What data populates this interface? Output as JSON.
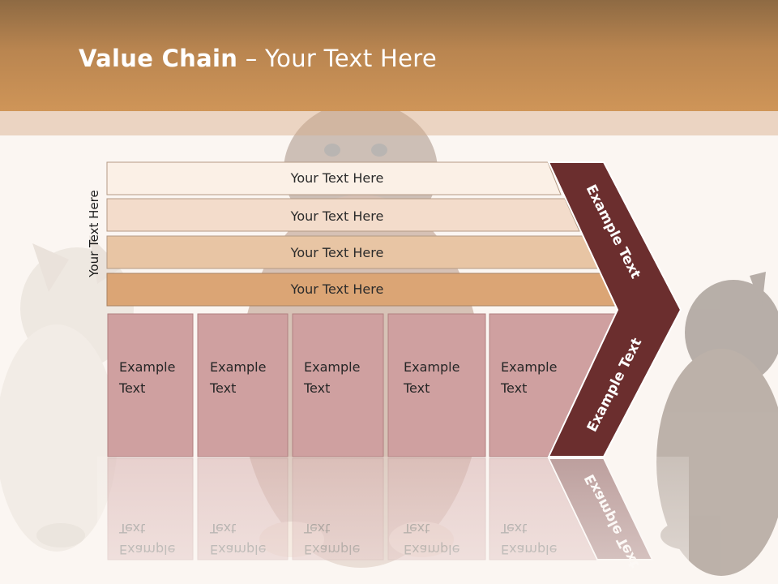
{
  "slide": {
    "title_bold": "Value Chain",
    "title_rest": " – Your Text Here",
    "side_label": "Your Text Here"
  },
  "bars": [
    {
      "label": "Your Text Here",
      "color": "#fbf0e6"
    },
    {
      "label": "Your Text Here",
      "color": "#f3dccb"
    },
    {
      "label": "Your Text Here",
      "color": "#e8c5a4"
    },
    {
      "label": "Your Text Here",
      "color": "#dba575"
    }
  ],
  "columns": [
    {
      "line1": "Example",
      "line2": "Text"
    },
    {
      "line1": "Example",
      "line2": "Text"
    },
    {
      "line1": "Example",
      "line2": "Text"
    },
    {
      "line1": "Example",
      "line2": "Text"
    },
    {
      "line1": "Example",
      "line2": "Text"
    }
  ],
  "chevron": {
    "upper_label": "Example Text",
    "lower_label": "Example Text",
    "color": "#6b2e2e"
  },
  "colors": {
    "header": "#c58f55",
    "column_fill": "#cfa0a0",
    "column_border": "#b08080"
  }
}
